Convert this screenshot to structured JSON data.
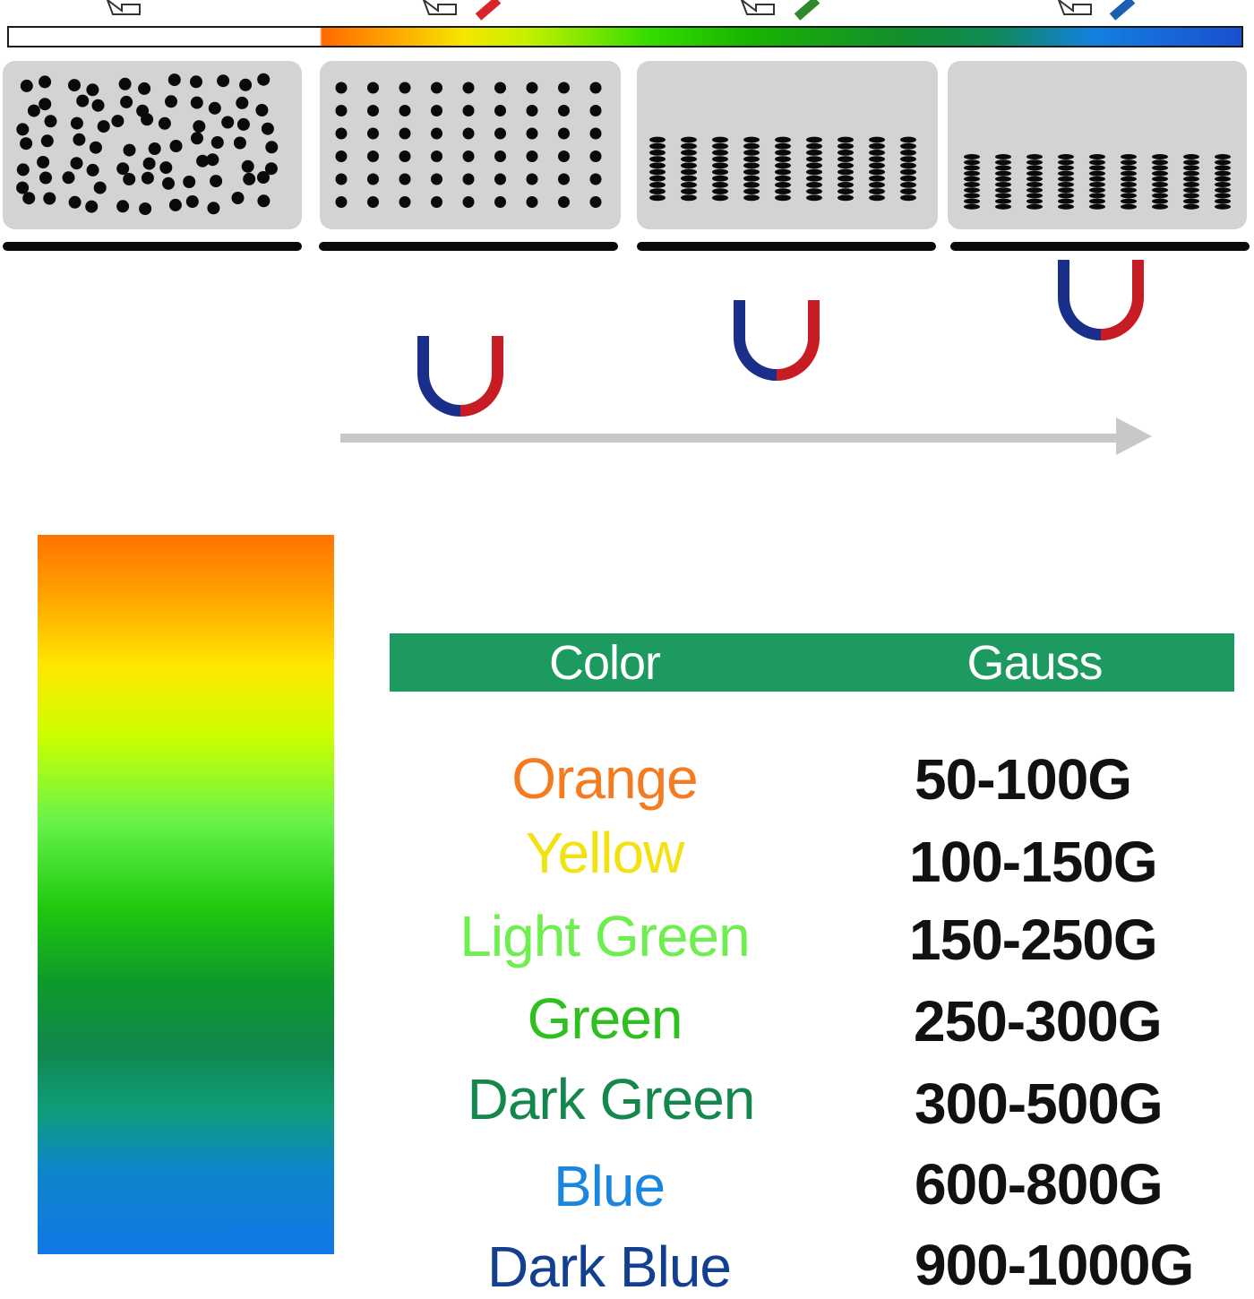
{
  "colors": {
    "magnet_red": "#c81c24",
    "magnet_blue": "#1a2f8a",
    "panel_gray": "#d3d3d3",
    "dot": "#0a0a0a",
    "arrow_gray": "#c8c8c8",
    "header_green": "#1c9a5f"
  },
  "icons": [
    "horseshoe-magnet-icon",
    "arrow-right-icon",
    "pointer-arrow-icon"
  ],
  "table": {
    "header": {
      "color": "Color",
      "gauss": "Gauss"
    },
    "rows": [
      {
        "color": "Orange",
        "gauss": "50-100G",
        "hex": "#f57b20"
      },
      {
        "color": "Yellow",
        "gauss": "100-150G",
        "hex": "#f2e212"
      },
      {
        "color": "Light Green",
        "gauss": "150-250G",
        "hex": "#6fef4f"
      },
      {
        "color": "Green",
        "gauss": "250-300G",
        "hex": "#2ec01e"
      },
      {
        "color": "Dark Green",
        "gauss": "300-500G",
        "hex": "#13874c"
      },
      {
        "color": "Blue",
        "gauss": "600-800G",
        "hex": "#1a86e0"
      },
      {
        "color": "Dark Blue",
        "gauss": "900-1000G",
        "hex": "#123f8f"
      }
    ]
  }
}
